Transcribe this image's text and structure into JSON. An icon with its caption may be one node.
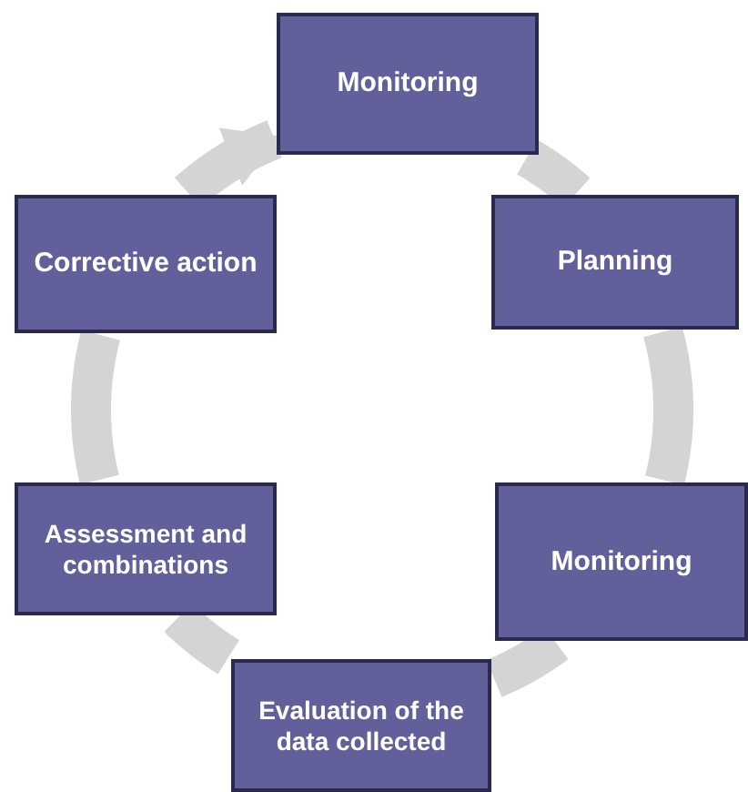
{
  "diagram": {
    "nodes": [
      {
        "text": [
          "Monitoring"
        ]
      },
      {
        "text": [
          "Corrective action"
        ]
      },
      {
        "text": [
          "Planning"
        ]
      },
      {
        "text": [
          "Assessment and combinations"
        ]
      },
      {
        "text": [
          "Monitoring"
        ]
      },
      {
        "text": [
          "Evaluation of the data collected"
        ]
      }
    ],
    "edges": [
      {
        "from": 0,
        "to": 2,
        "arrow": "none"
      },
      {
        "from": 2,
        "to": 4,
        "arrow": "none"
      },
      {
        "from": 4,
        "to": 5,
        "arrow": "none"
      },
      {
        "from": 5,
        "to": 3,
        "arrow": "none"
      },
      {
        "from": 3,
        "to": 1,
        "arrow": "none"
      },
      {
        "from": 1,
        "to": 0,
        "arrow": "to"
      }
    ]
  }
}
